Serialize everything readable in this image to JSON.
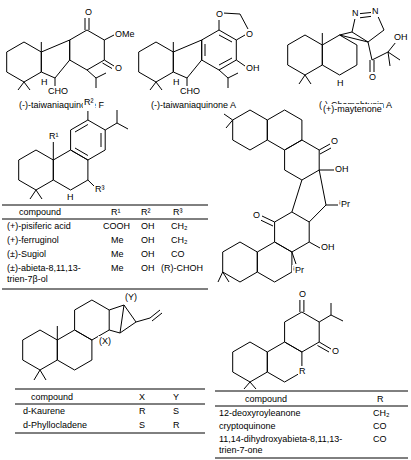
{
  "diagram": {
    "labels": [
      "O",
      "OMe",
      "O",
      "H",
      "CHO",
      "(-)-taiwaniaquinone F",
      "O",
      "O",
      "OH",
      "H",
      "CHO",
      "(-)-taiwaniaquinone A",
      "N",
      "N",
      "O",
      "OH",
      "H",
      "(-)-Chamobtusin A",
      "R¹",
      "R²",
      "R³",
      "H",
      "compound",
      "R¹",
      "R²",
      "R³",
      "(+)-pisiferic acid",
      "COOH",
      "OH",
      "CH₂",
      "(+)-ferruginol",
      "Me",
      "OH",
      "CH₂",
      "(±)-Sugiol",
      "Me",
      "OH",
      "CO",
      "(±)-abieta-8,11,13-trien-7β-ol",
      "Me",
      "OH",
      "(R)-CHOH",
      "O",
      "OH",
      "ⁱPr",
      "O",
      "OH",
      "ⁱPr",
      "(+)-maytenone",
      "(Y)",
      "(X)",
      "compound",
      "X",
      "Y",
      "d-Kaurene",
      "R",
      "S",
      "d-Phyllocladene",
      "S",
      "R",
      "O",
      "O",
      "R",
      "compound",
      "R",
      "12-deoxyroyleanone",
      "CH₂",
      "cryptoquinone",
      "CO",
      "11,14-dihydroxyabieta-8,11,13-trien-7-one",
      "CO"
    ]
  }
}
